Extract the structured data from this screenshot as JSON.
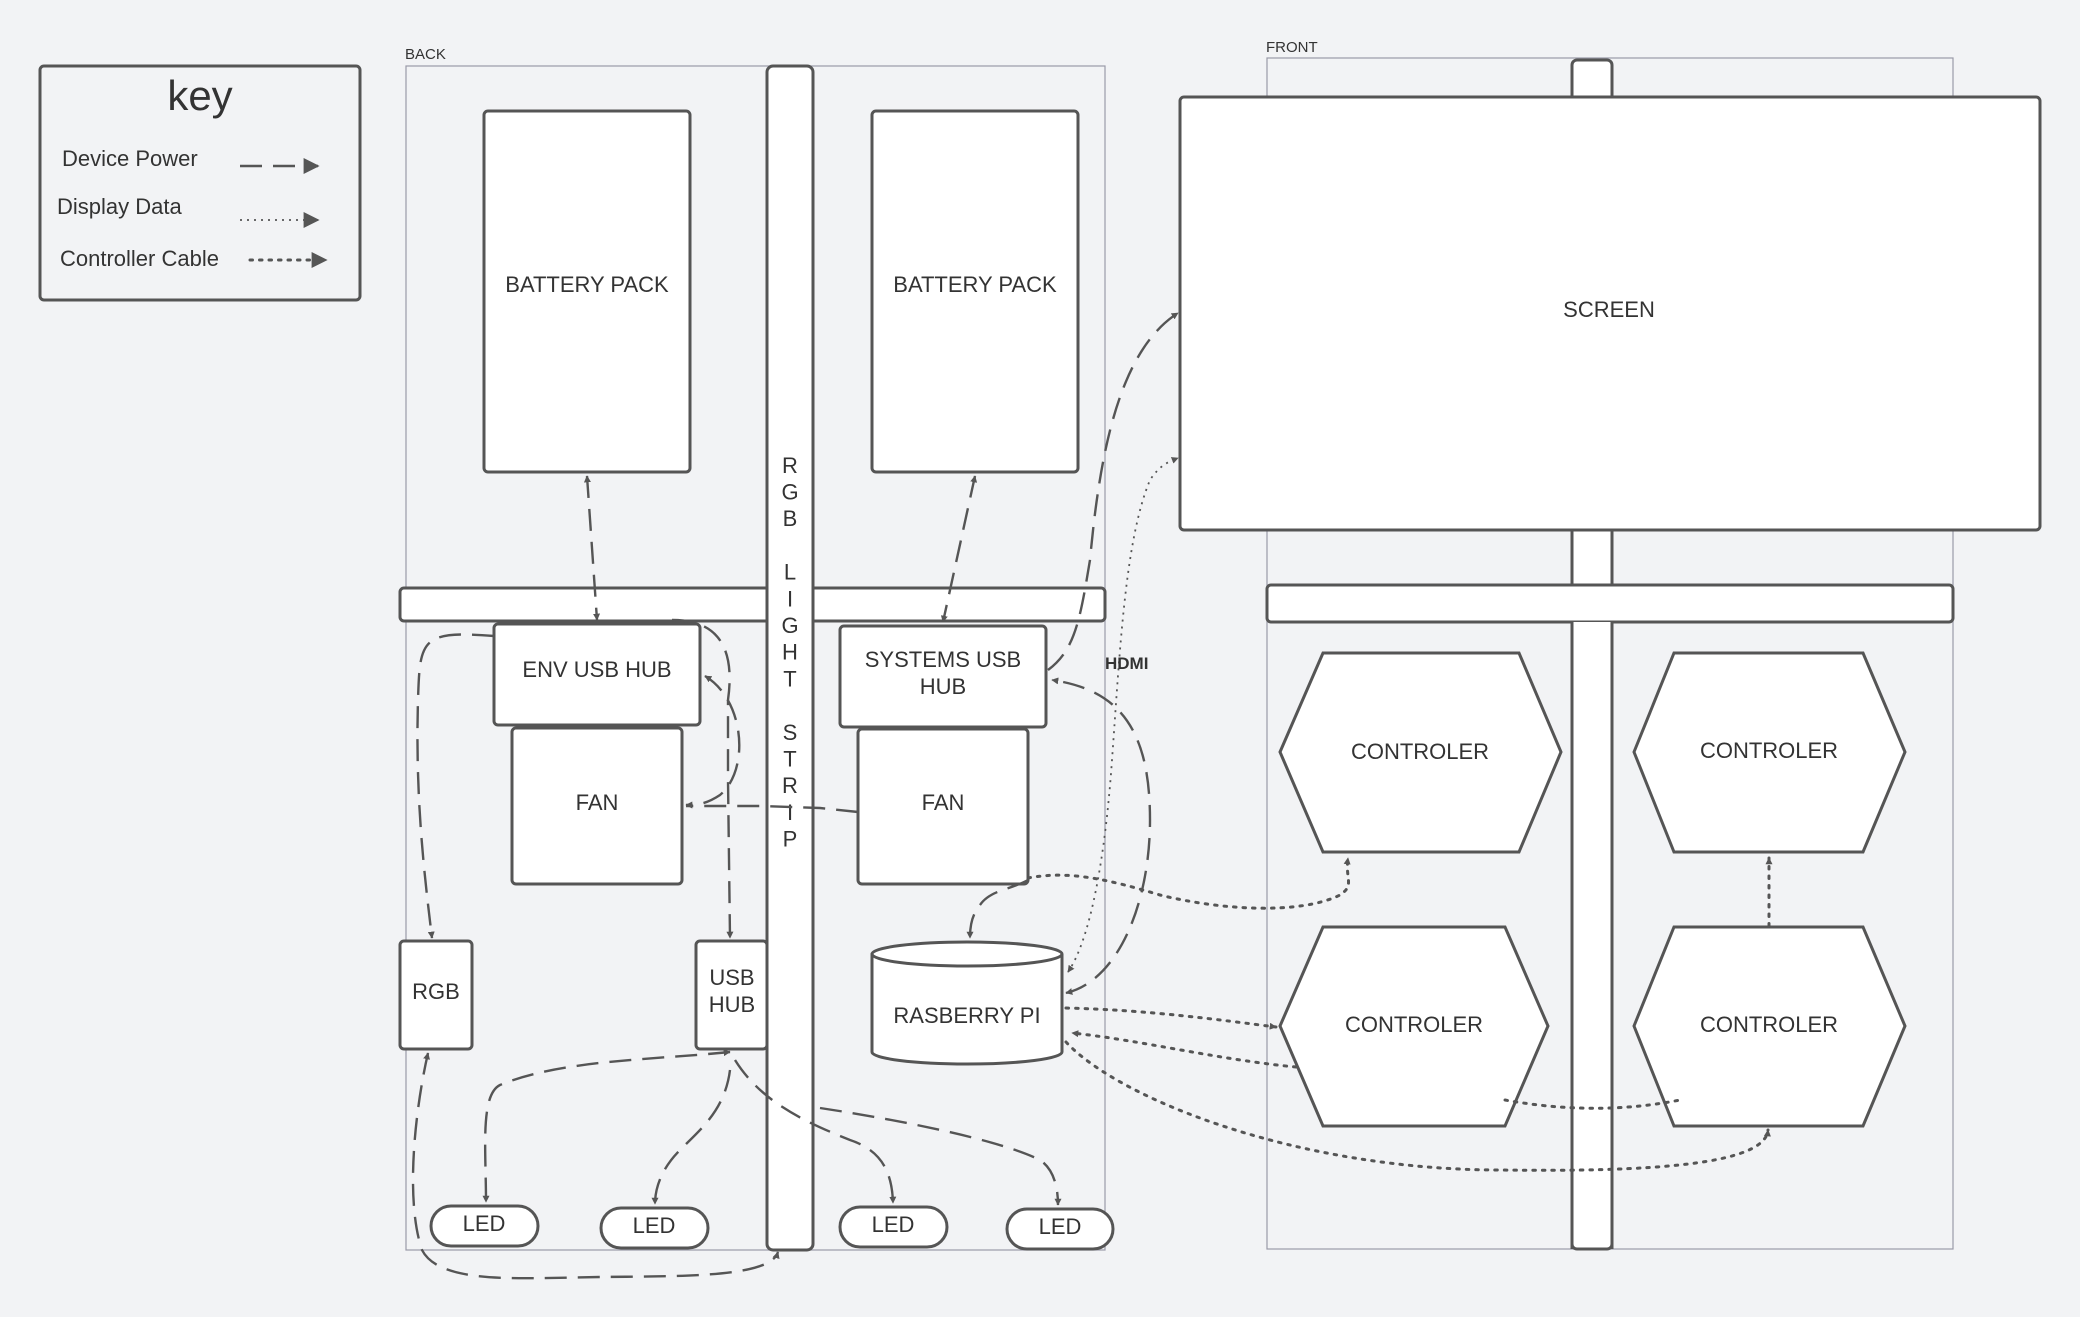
{
  "key": {
    "title": "key",
    "items": [
      {
        "label": "Device Power",
        "style": "dashed"
      },
      {
        "label": "Display Data",
        "style": "dotted"
      },
      {
        "label": "Controller Cable",
        "style": "dense-dotted"
      }
    ]
  },
  "back": {
    "label": "BACK",
    "battery_left": "BATTERY PACK",
    "battery_right": "BATTERY PACK",
    "env_usb_hub": "ENV USB HUB",
    "systems_usb_hub_line1": "SYSTEMS USB",
    "systems_usb_hub_line2": "HUB",
    "fan_left": "FAN",
    "fan_right": "FAN",
    "rgb": "RGB",
    "usb_hub_line1": "USB",
    "usb_hub_line2": "HUB",
    "raspberry_pi": "RASBERRY PI",
    "leds": [
      "LED",
      "LED",
      "LED",
      "LED"
    ],
    "rgb_strip_letters": [
      "R",
      "G",
      "B",
      "",
      "L",
      "I",
      "G",
      "H",
      "T",
      "",
      "S",
      "T",
      "R",
      "I",
      "P"
    ]
  },
  "front": {
    "label": "FRONT",
    "screen": "SCREEN",
    "controllers": [
      "CONTROLER",
      "CONTROLER",
      "CONTROLER",
      "CONTROLER"
    ]
  },
  "connections": {
    "hdmi_label": "HDMI"
  },
  "colors": {
    "background": "#f2f3f5",
    "stroke": "#555555",
    "box_fill": "#ffffff"
  }
}
